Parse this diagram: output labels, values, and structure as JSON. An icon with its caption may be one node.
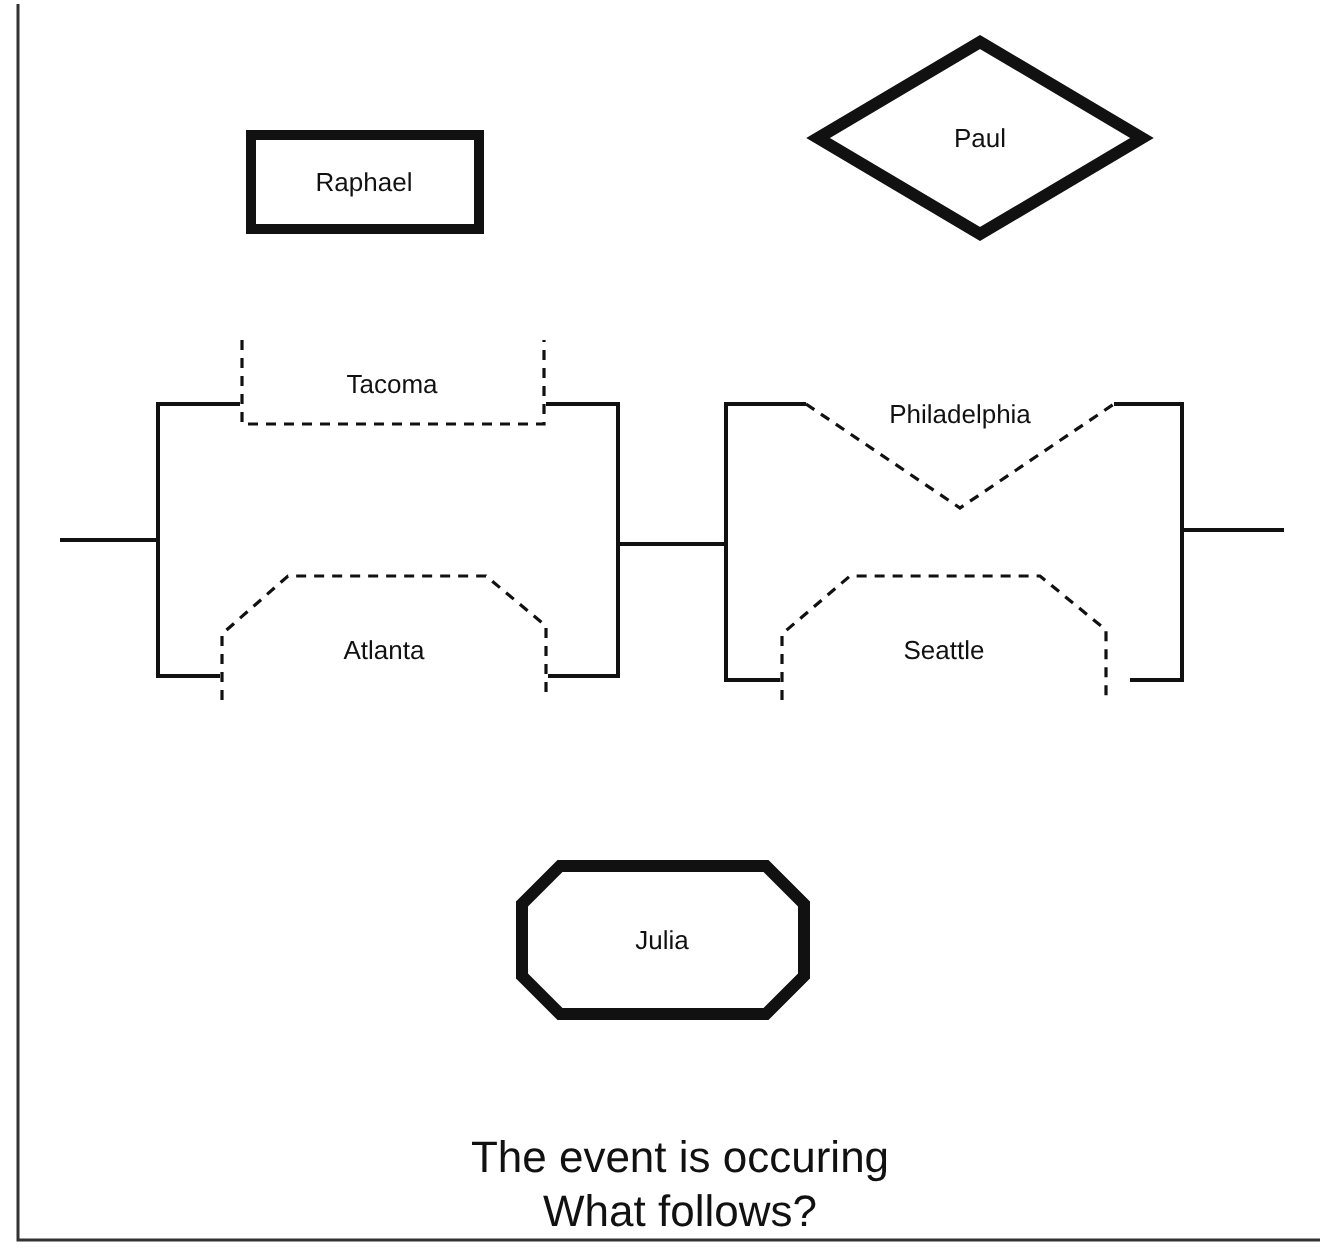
{
  "diagram": {
    "caption": "The event is occuring What follows?",
    "nodes": [
      {
        "text": [
          "Raphael"
        ]
      },
      {
        "text": [
          "Paul"
        ]
      },
      {
        "text": [],
        "shape": "box"
      },
      {
        "text": [
          "Tacoma"
        ],
        "in": 2
      },
      {
        "text": [
          "Atlanta"
        ],
        "in": 2
      },
      {
        "text": [],
        "shape": "box"
      },
      {
        "text": [
          "Philadelphia"
        ],
        "in": 5
      },
      {
        "text": [
          "Seattle"
        ],
        "in": 5
      },
      {
        "text": [
          "Julia"
        ]
      }
    ],
    "edges": [
      {
        "from": null,
        "to": 2,
        "arrow": "none"
      },
      {
        "from": 2,
        "to": 5,
        "arrow": "none"
      },
      {
        "from": 5,
        "to": null,
        "arrow": "none"
      }
    ]
  }
}
